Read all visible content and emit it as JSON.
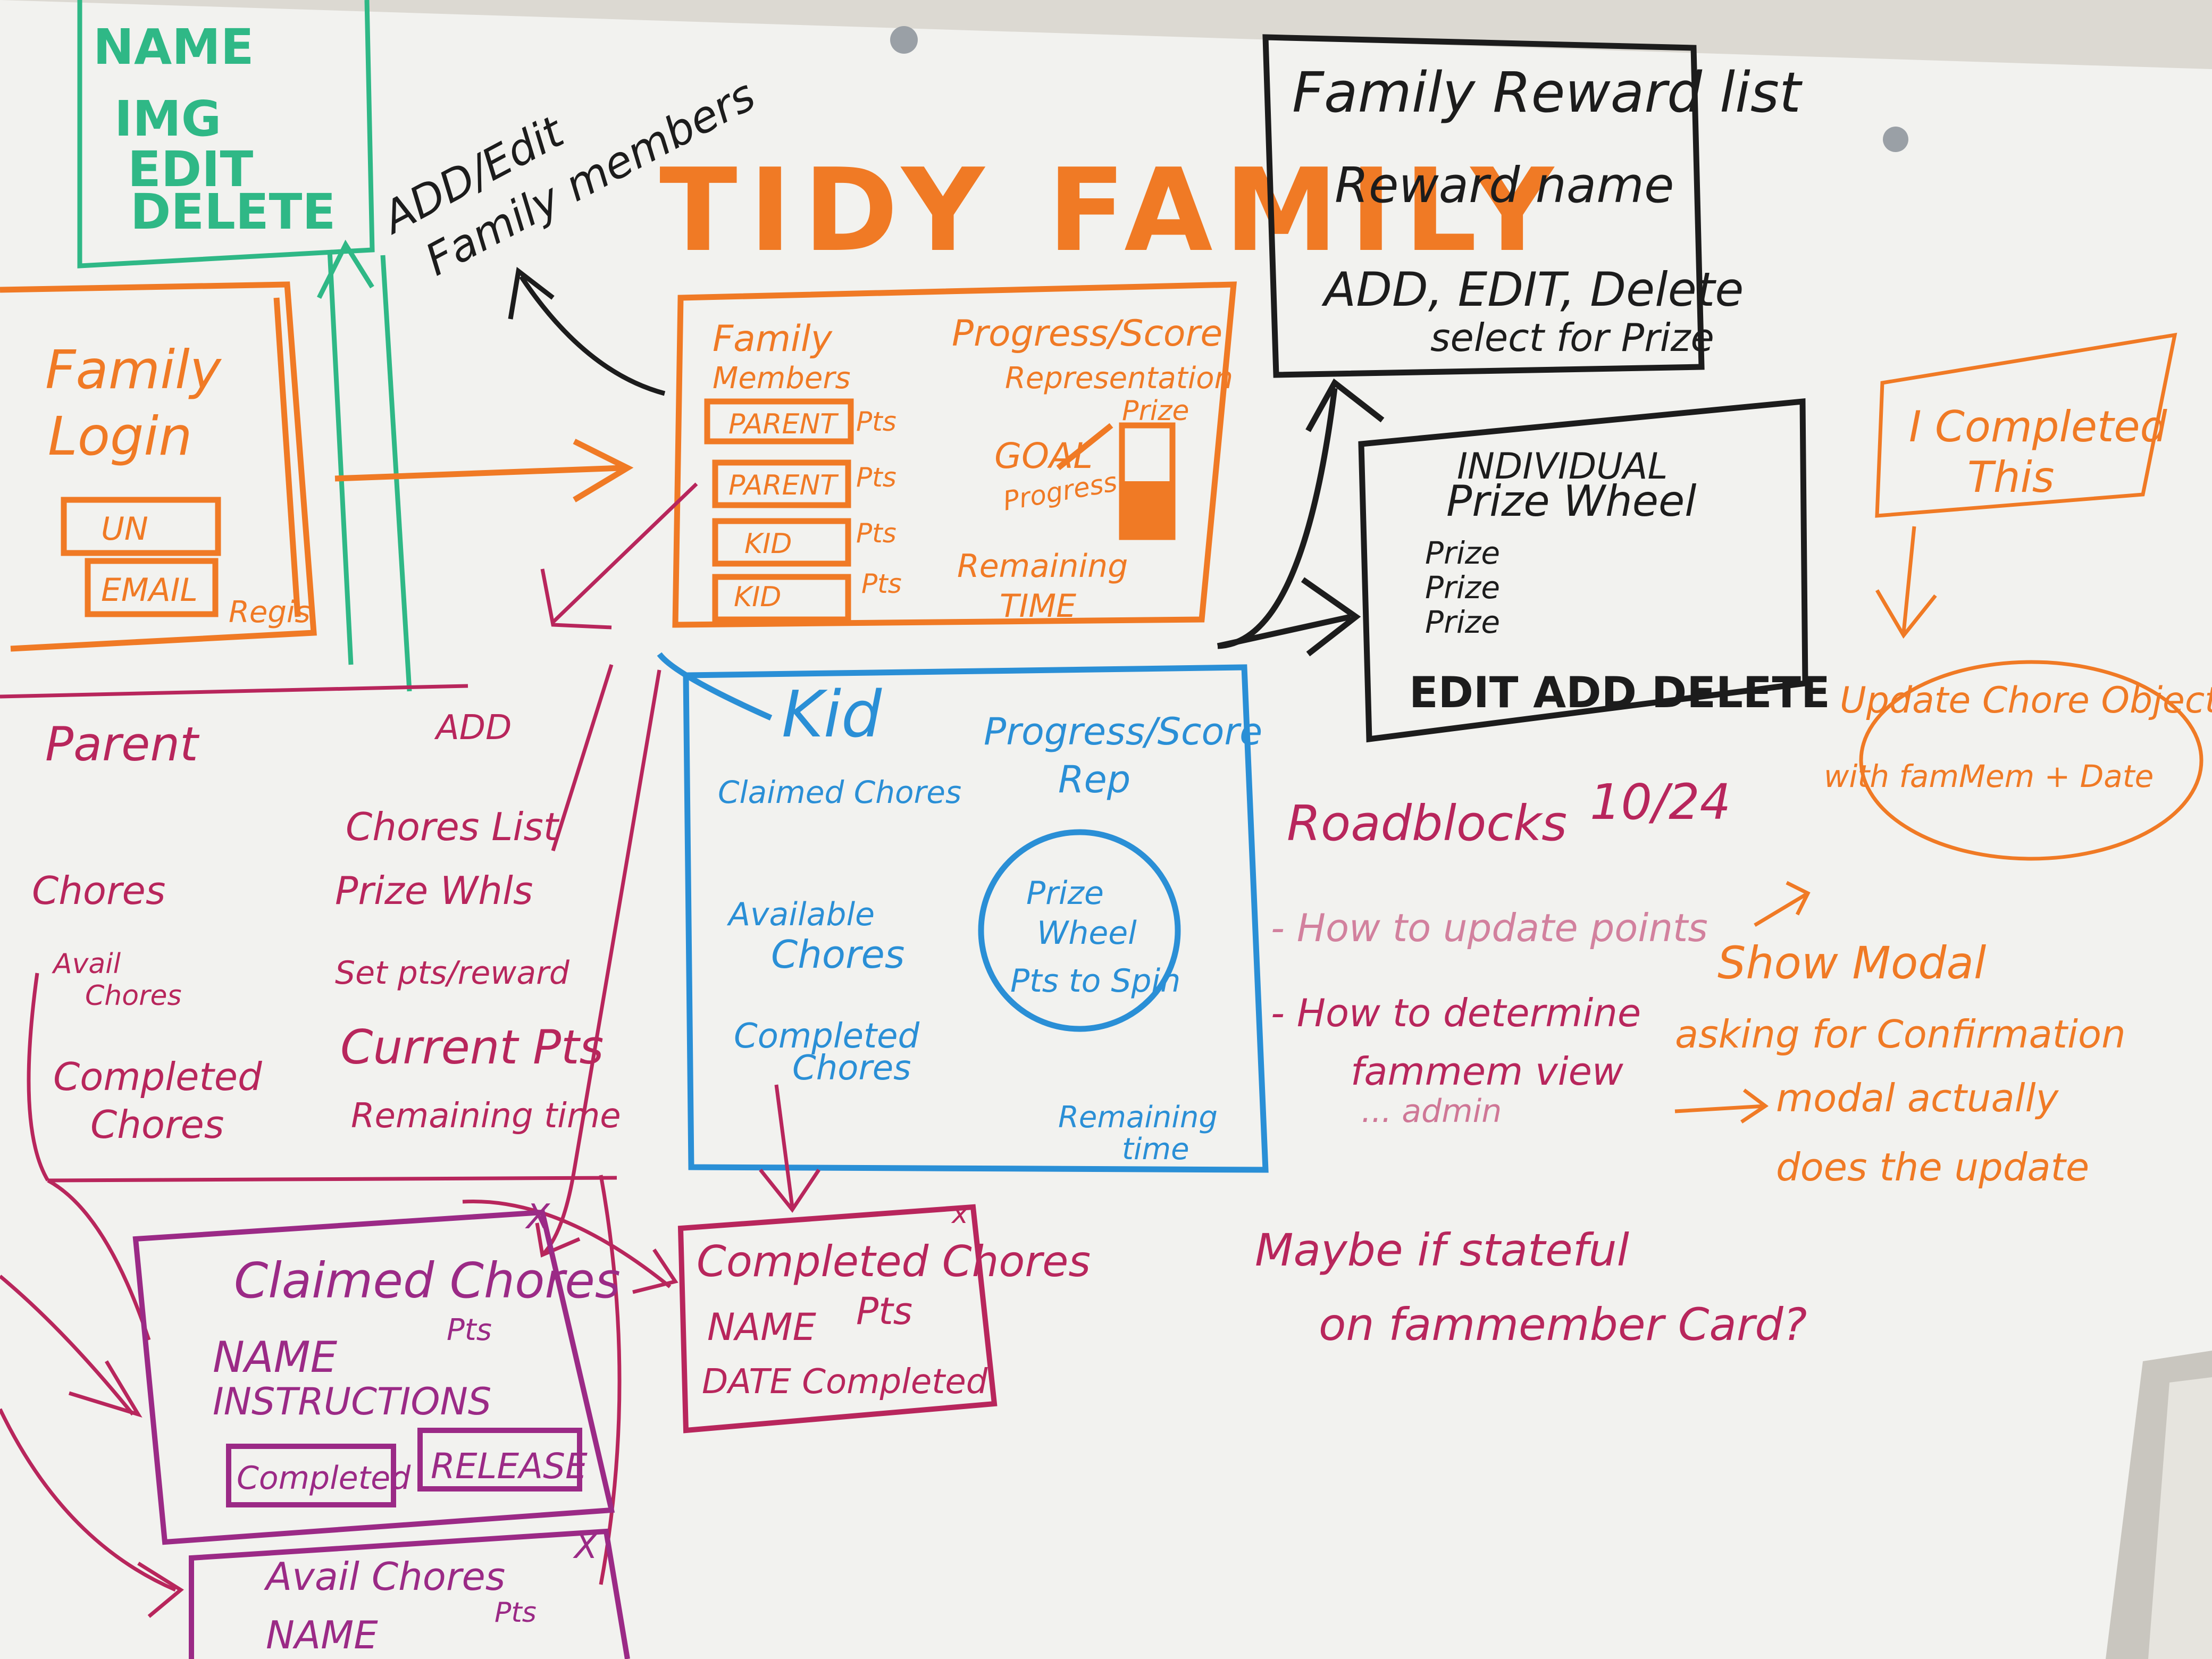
{
  "colors": {
    "board": "#f2f2ef",
    "orange": "#f07a25",
    "black": "#1c1c1c",
    "green": "#2fb886",
    "blue": "#2a8fd6",
    "magenta": "#b8265c",
    "purple": "#9b2a86",
    "wall": "#c9c6bf",
    "pin": "#9aa0a6"
  },
  "title": "TIDY FAMILY",
  "green_box": {
    "line1": "NAME",
    "line2": "IMG",
    "line3": "EDIT",
    "line4": "DELETE"
  },
  "login_box": {
    "title_line1": "Family",
    "title_line2": "Login",
    "field1": "UN",
    "field2": "EMAIL",
    "register": "Regis"
  },
  "add_edit_note": {
    "line1": "ADD/Edit",
    "line2": "Family members"
  },
  "family_box": {
    "members_line1": "Family",
    "members_line2": "Members",
    "rows": [
      {
        "label": "PARENT",
        "pts": "Pts"
      },
      {
        "label": "PARENT",
        "pts": "Pts"
      },
      {
        "label": "KID",
        "pts": "Pts"
      },
      {
        "label": "KID",
        "pts": "Pts"
      }
    ],
    "progress_line1": "Progress/Score",
    "progress_line2": "Representation",
    "prize": "Prize",
    "goal": "GOAL",
    "goal_progress": "Progress",
    "remaining_line1": "Remaining",
    "remaining_line2": "TIME"
  },
  "reward_box": {
    "title": "Family Reward list",
    "line1": "Reward name",
    "line2": "ADD, EDIT, Delete",
    "line3": "select for Prize"
  },
  "wheel_box": {
    "title_line1": "INDIVIDUAL",
    "title_line2": "Prize Wheel",
    "prizes": [
      "Prize",
      "Prize",
      "Prize"
    ],
    "actions": "EDIT  ADD  DELETE"
  },
  "completed_this": {
    "line1": "I Completed",
    "line2": "This"
  },
  "update_oval": {
    "line1": "Update Chore Object",
    "line2": "with famMem + Date"
  },
  "modal_note": {
    "line1": "Show Modal",
    "line2": "asking for Confirmation",
    "line3": "modal actually",
    "line4": "does the update"
  },
  "kid_box": {
    "title": "Kid",
    "claimed": "Claimed Chores",
    "progress_line1": "Progress/Score",
    "progress_line2": "Rep",
    "available_line1": "Available",
    "available_line2": "Chores",
    "wheel_line1": "Prize",
    "wheel_line2": "Wheel",
    "wheel_line3": "Pts to Spin",
    "completed_line1": "Completed",
    "completed_line2": "Chores",
    "remaining_line1": "Remaining",
    "remaining_line2": "time"
  },
  "parent_section": {
    "title": "Parent",
    "add": "ADD",
    "chores_list": "Chores List",
    "prize_wheels": "Prize Whls",
    "set_pts": "Set pts/reward",
    "chores": "Chores",
    "avail_line1": "Avail",
    "avail_line2": "Chores",
    "current_pts": "Current Pts",
    "remaining_time": "Remaining time",
    "completed_line1": "Completed",
    "completed_line2": "Chores"
  },
  "roadblocks": {
    "title": "Roadblocks",
    "date": "10/24",
    "item1": "- How to update points",
    "item2_line1": "- How to determine",
    "item2_line2": "fammem view",
    "item2_line3": "... admin",
    "maybe_line1": "Maybe if stateful",
    "maybe_line2": "on fammember Card?"
  },
  "claimed_box": {
    "title": "Claimed Chores",
    "name": "NAME",
    "pts": "Pts",
    "instructions": "INSTRUCTIONS",
    "completed_btn": "Completed",
    "release_btn": "RELEASE",
    "close": "X"
  },
  "completed_box": {
    "title": "Completed Chores",
    "name": "NAME",
    "pts": "Pts",
    "date": "DATE Completed",
    "close": "x"
  },
  "avail_box": {
    "title": "Avail Chores",
    "name": "NAME",
    "pts": "Pts",
    "close": "X"
  }
}
